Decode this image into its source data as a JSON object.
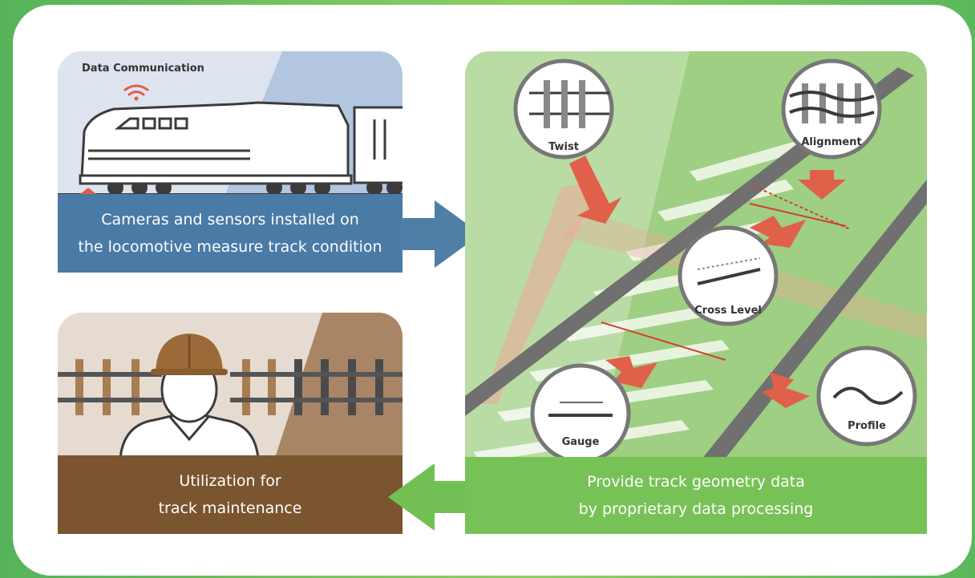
{
  "locomotive_panel": {
    "badge": "Data Communication",
    "caption_line1": "Cameras and sensors installed on",
    "caption_line2": "the locomotive measure track condition",
    "caption_color": "#4a7aa6"
  },
  "maintenance_panel": {
    "caption_line1": "Utilization for",
    "caption_line2": "track maintenance",
    "caption_color": "#7a5530"
  },
  "track_panel": {
    "caption_line1": "Provide track geometry data",
    "caption_line2": "by proprietary data processing",
    "caption_color": "#77c257",
    "measurements": {
      "twist": "Twist",
      "alignment": "Alignment",
      "cross_level": "Cross Level",
      "gauge": "Gauge",
      "profile": "Profile"
    }
  },
  "colors": {
    "accent_red": "#e0604a",
    "wifi_red": "#e25b4b",
    "arrow_blue": "#4f7ea7",
    "arrow_green": "#72c053",
    "helmet_brown": "#9b6a38"
  },
  "icons": [
    "wifi-icon",
    "locomotive-icon",
    "worker-icon",
    "right-arrow-icon",
    "left-arrow-icon"
  ]
}
